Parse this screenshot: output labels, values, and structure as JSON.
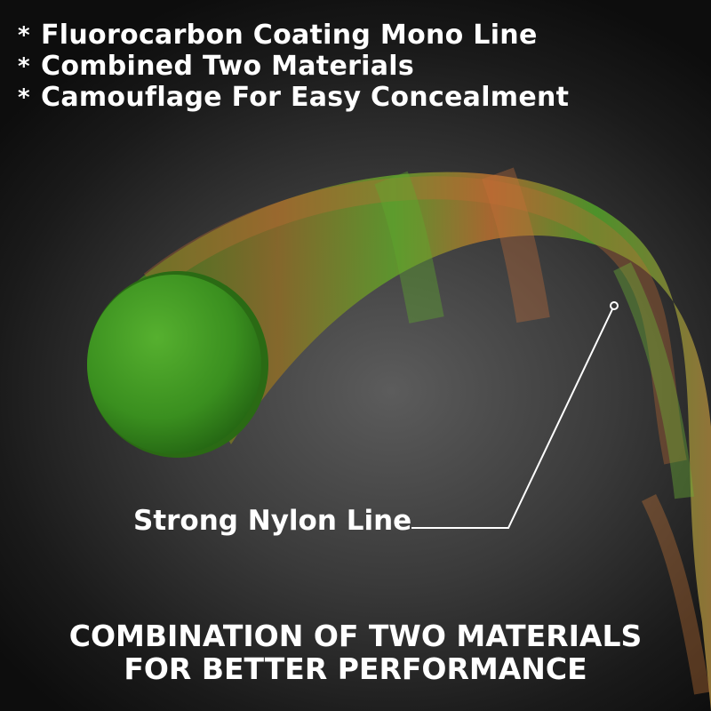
{
  "features": [
    {
      "marker": "*",
      "text": "Fluorocarbon Coating Mono Line"
    },
    {
      "marker": "*",
      "text": "Combined Two Materials"
    },
    {
      "marker": "*",
      "text": "Camouflage For Easy Concealment"
    }
  ],
  "callout": {
    "label": "Strong Nylon Line"
  },
  "tagline": {
    "line1": "COMBINATION OF TWO MATERIALS",
    "line2": "FOR BETTER PERFORMANCE"
  },
  "colors": {
    "text": "#ffffff",
    "line_green": "#4a9b2a",
    "line_orange": "#b8602a",
    "end_cap": "#3f9a22"
  }
}
